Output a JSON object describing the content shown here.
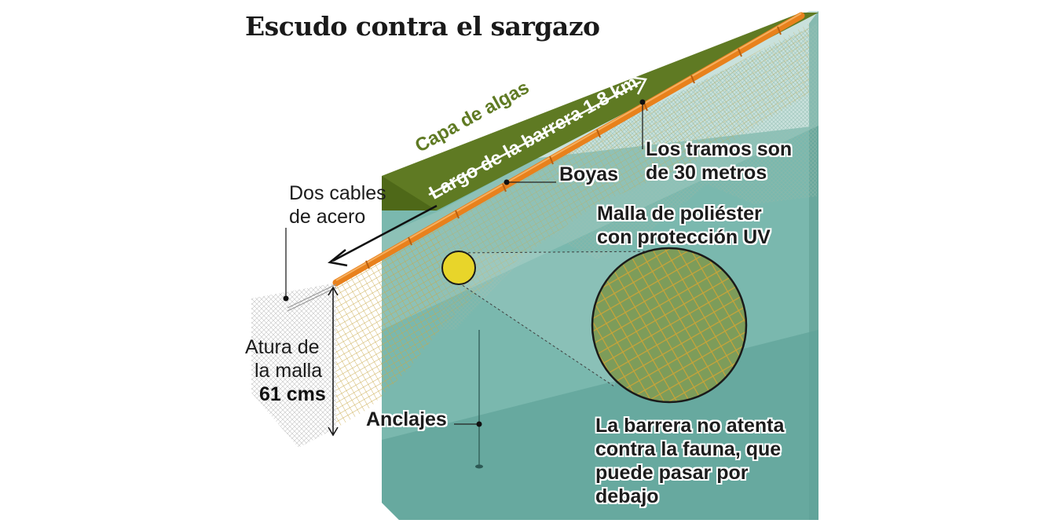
{
  "title": "Escudo contra el sargazo",
  "labels": {
    "algae_layer": "Capa de algas",
    "barrier_length": "Largo de la barrera 1.8 km",
    "steel_cables_line1": "Dos cables",
    "steel_cables_line2": "de acero",
    "buoys": "Boyas",
    "sections_line1": "Los tramos son",
    "sections_line2": "de 30 metros",
    "mesh_line1": "Malla de  poliéster",
    "mesh_line2": "con protección UV",
    "mesh_height_line1": "Atura de",
    "mesh_height_line2": "la malla",
    "mesh_height_value": "61 cms",
    "anchors": "Anclajes",
    "fauna_line1": "La  barrera no atenta",
    "fauna_line2": "contra la fauna, que",
    "fauna_line3": "puede pasar por",
    "fauna_line4": "debajo"
  },
  "colors": {
    "algae": "#5f7a23",
    "water": "#7ab8ae",
    "water_dark": "#4e9a8f",
    "buoy": "#e8811c",
    "mesh": "#c9a94a",
    "highlight": "#e8d52a"
  }
}
